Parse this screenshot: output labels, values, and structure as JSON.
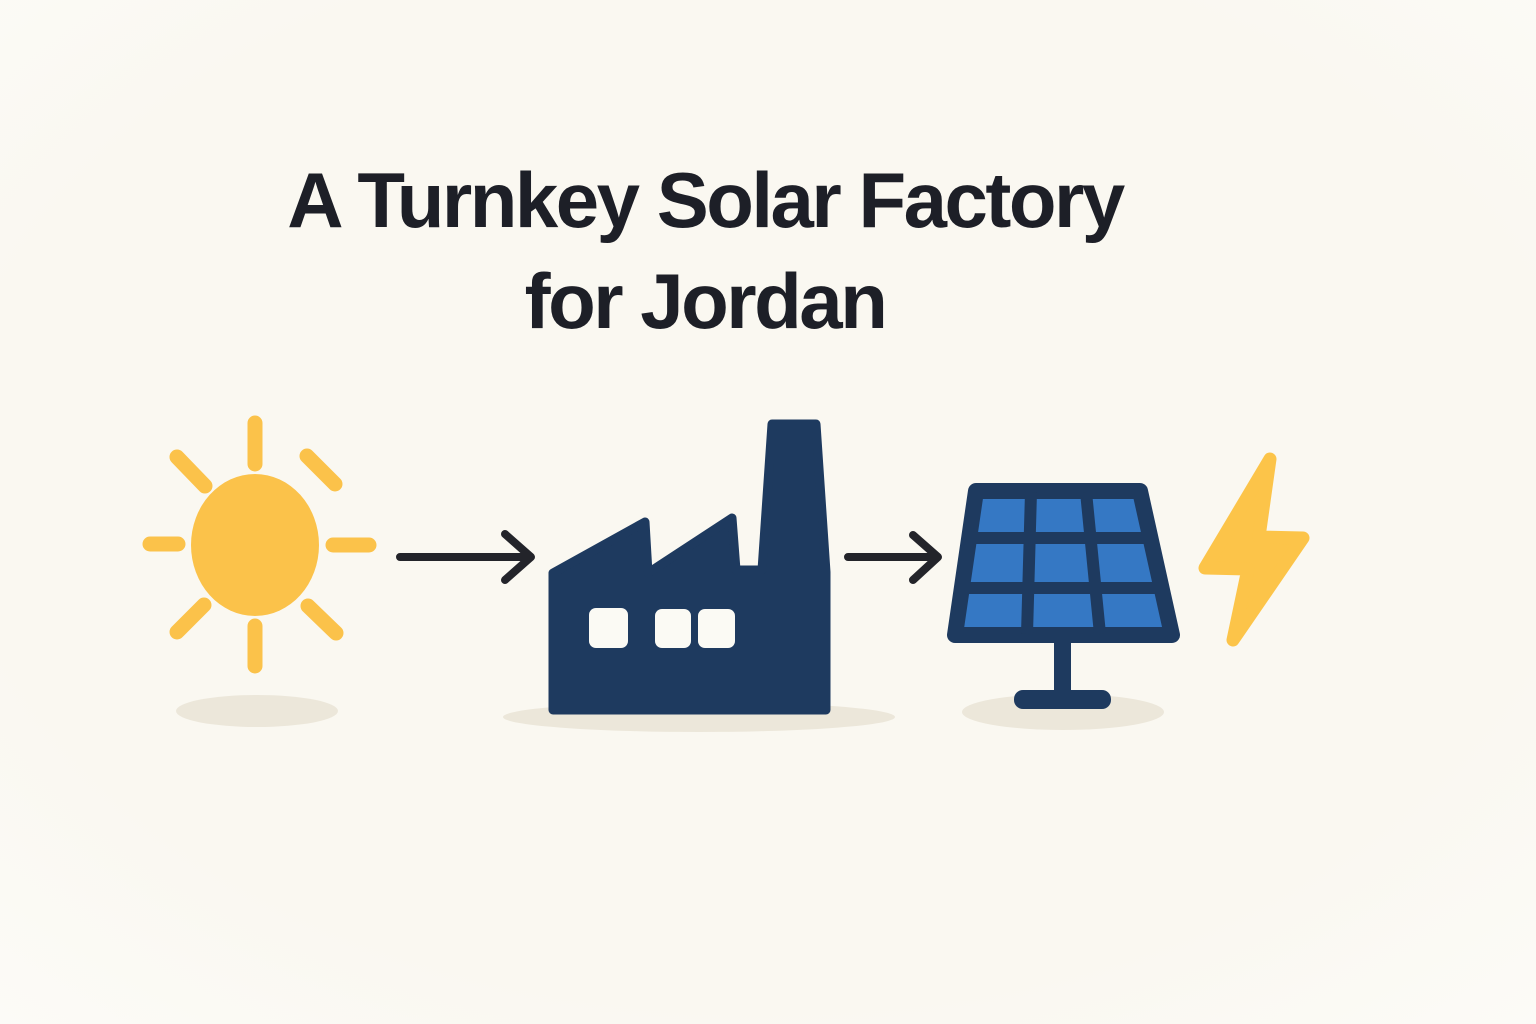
{
  "heading": {
    "line1": "A Turnkey Solar Factory",
    "line2": "for Jordan"
  },
  "diagram": {
    "flow": [
      "sun",
      "arrow-right",
      "factory",
      "arrow-right",
      "solar-panel",
      "lightning-bolt"
    ],
    "icon_names": [
      "sun-icon",
      "arrow-right-icon",
      "factory-icon",
      "arrow-right-icon",
      "solar-panel-icon",
      "lightning-bolt-icon"
    ]
  },
  "colors": {
    "background": "#FBF9F3",
    "heading_text": "#1D1F27",
    "sun_yellow": "#FBC24A",
    "bolt_yellow": "#FCC449",
    "navy": "#1E3A5F",
    "panel_cell_blue": "#3578C4",
    "arrow_dark": "#23242A",
    "window_white": "#FBFAF4",
    "shadow_beige": "#ECE7DA"
  }
}
